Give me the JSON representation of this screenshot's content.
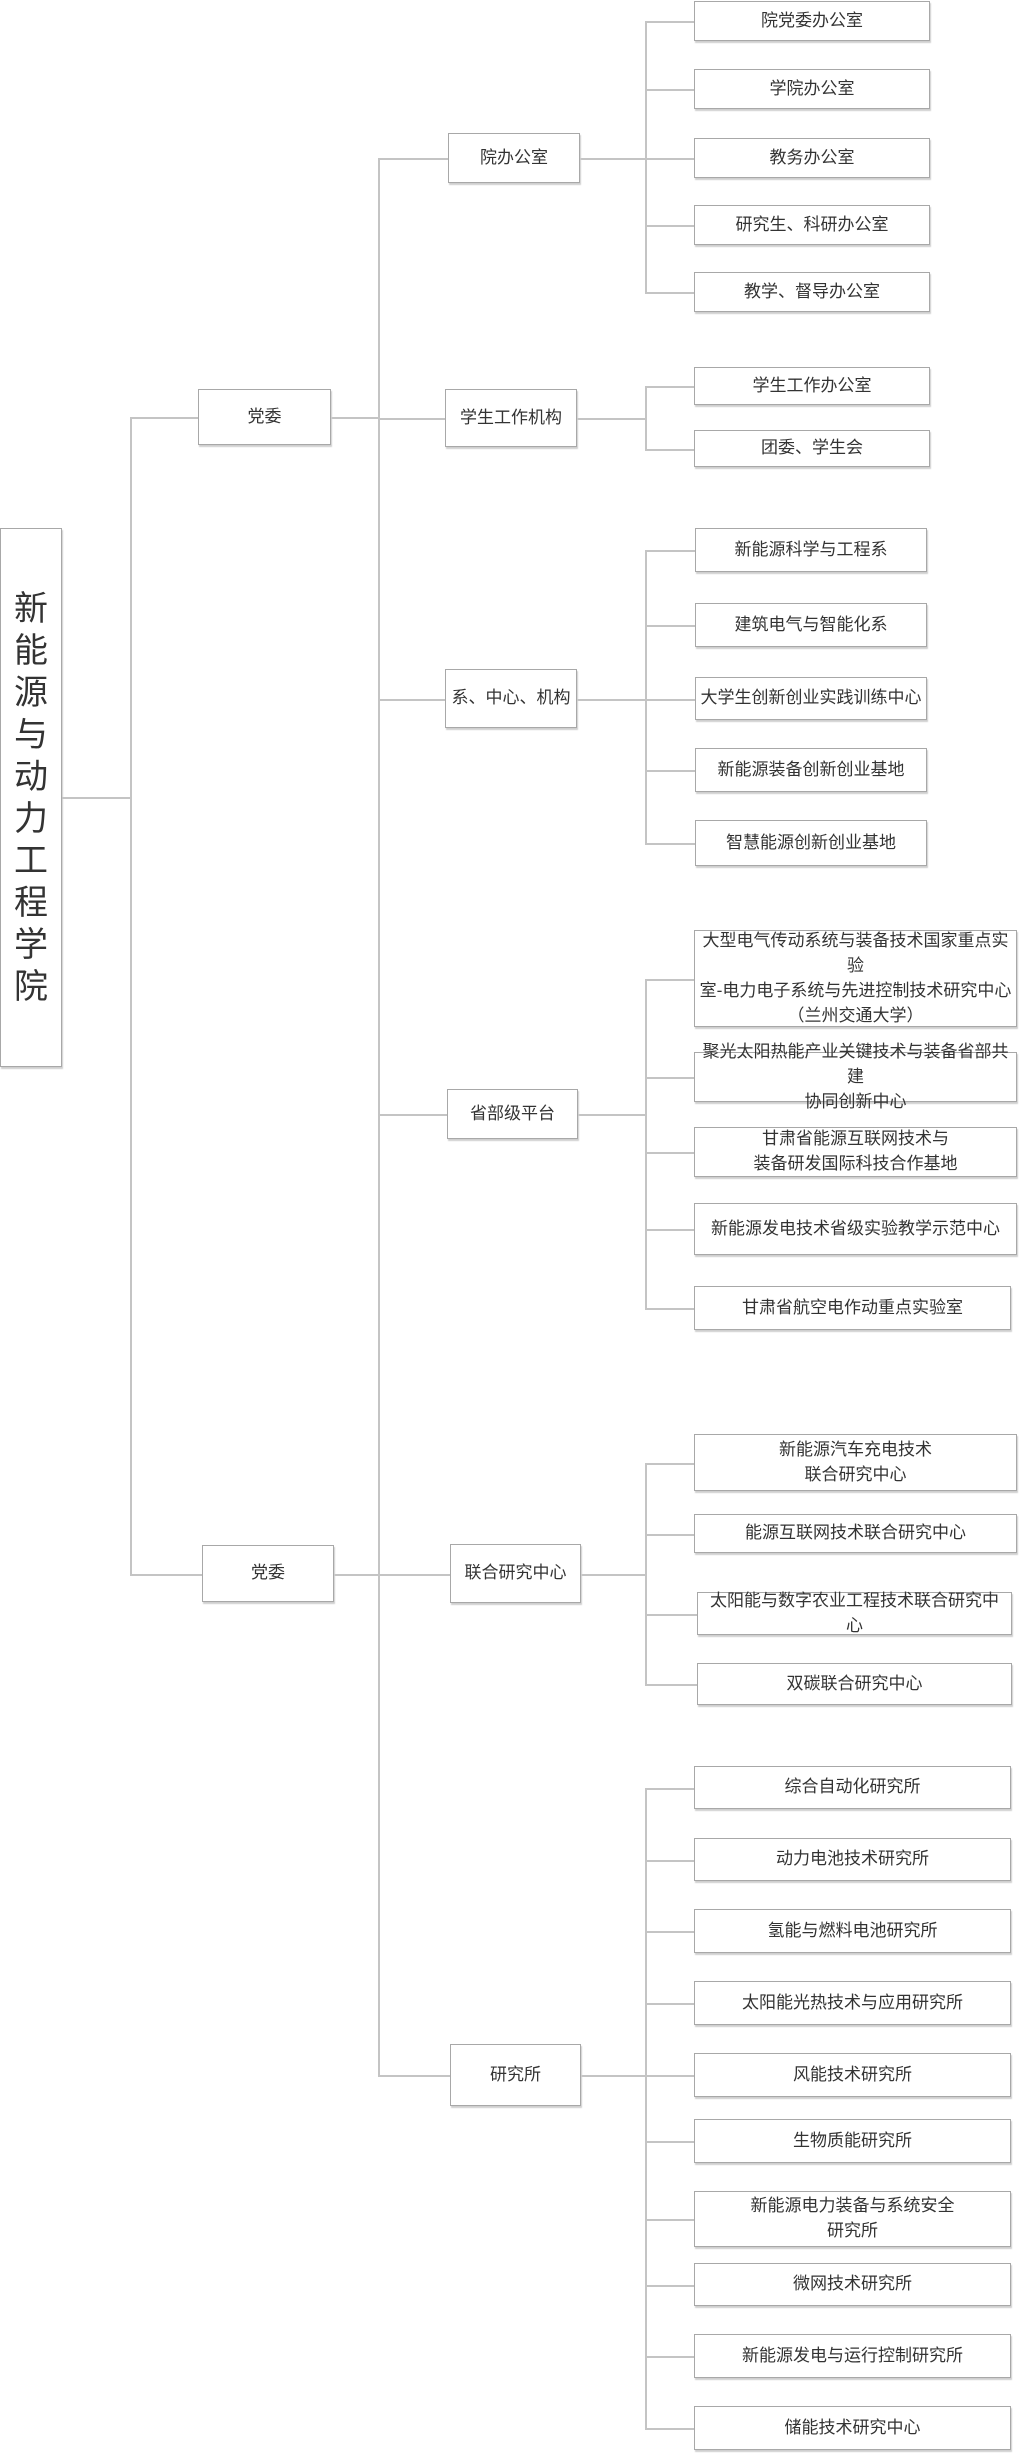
{
  "root": {
    "label": "新能源与动力工程学院"
  },
  "branches": [
    {
      "label": "党委",
      "groups": [
        {
          "label": "院办公室",
          "items": [
            "院党委办公室",
            "学院办公室",
            "教务办公室",
            "研究生、科研办公室",
            "教学、督导办公室"
          ]
        },
        {
          "label": "学生工作机构",
          "items": [
            "学生工作办公室",
            "团委、学生会"
          ]
        },
        {
          "label": "系、中心、机构",
          "items": [
            "新能源科学与工程系",
            "建筑电气与智能化系",
            "大学生创新创业实践训练中心",
            "新能源装备创新创业基地",
            "智慧能源创新创业基地"
          ]
        },
        {
          "label": "省部级平台",
          "items": [
            "大型电气传动系统与装备技术国家重点实验\n室-电力电子系统与先进控制技术研究中心\n（兰州交通大学）",
            "聚光太阳热能产业关键技术与装备省部共建\n协同创新中心",
            "甘肃省能源互联网技术与\n装备研发国际科技合作基地",
            "新能源发电技术省级实验教学示范中心",
            "甘肃省航空电作动重点实验室"
          ]
        }
      ]
    },
    {
      "label": "党委",
      "groups": [
        {
          "label": "联合研究中心",
          "items": [
            "新能源汽车充电技术\n联合研究中心",
            "能源互联网技术联合研究中心",
            "太阳能与数字农业工程技术联合研究中心",
            "双碳联合研究中心"
          ]
        },
        {
          "label": "研究所",
          "items": [
            "综合自动化研究所",
            "动力电池技术研究所",
            "氢能与燃料电池研究所",
            "太阳能光热技术与应用研究所",
            "风能技术研究所",
            "生物质能研究所",
            "新能源电力装备与系统安全\n研究所",
            "微网技术研究所",
            "新能源发电与运行控制研究所",
            "储能技术研究中心"
          ]
        }
      ]
    }
  ]
}
